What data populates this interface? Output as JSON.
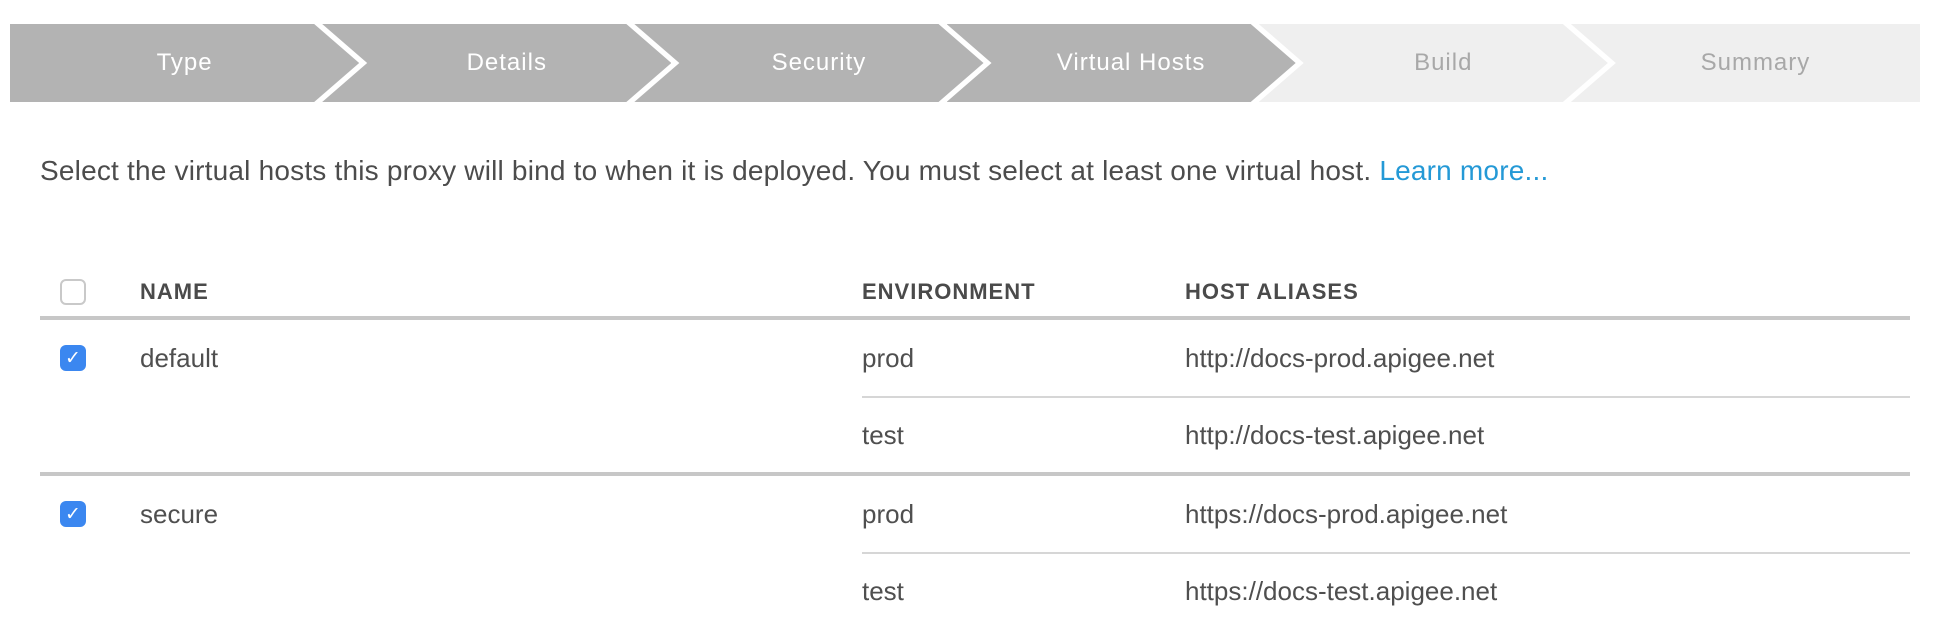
{
  "stepper": {
    "steps": [
      {
        "label": "Type",
        "reached": true
      },
      {
        "label": "Details",
        "reached": true
      },
      {
        "label": "Security",
        "reached": true
      },
      {
        "label": "Virtual Hosts",
        "reached": true
      },
      {
        "label": "Build",
        "reached": false
      },
      {
        "label": "Summary",
        "reached": false
      }
    ]
  },
  "description": {
    "text": "Select the virtual hosts this proxy will bind to when it is deployed. You must select at least one virtual host.",
    "link_label": "Learn more..."
  },
  "table": {
    "columns": {
      "name": "NAME",
      "environment": "ENVIRONMENT",
      "host_aliases": "HOST ALIASES"
    },
    "header_checkbox_checked": false,
    "rows": [
      {
        "name": "default",
        "checked": true,
        "environments": [
          {
            "environment": "prod",
            "host_alias": "http://docs-prod.apigee.net"
          },
          {
            "environment": "test",
            "host_alias": "http://docs-test.apigee.net"
          }
        ]
      },
      {
        "name": "secure",
        "checked": true,
        "environments": [
          {
            "environment": "prod",
            "host_alias": "https://docs-prod.apigee.net"
          },
          {
            "environment": "test",
            "host_alias": "https://docs-test.apigee.net"
          }
        ]
      }
    ]
  },
  "icons": {
    "check_glyph": "✓"
  },
  "colors": {
    "step_reached_bg": "#b3b3b3",
    "step_reached_text": "#ffffff",
    "step_upcoming_bg": "#efefef",
    "step_upcoming_text": "#a8a8a8",
    "link_blue": "#2499d6",
    "checkbox_blue": "#3b87f0",
    "body_text": "#4c4c4c",
    "divider_strong": "#c7c7c7",
    "divider_light": "#d6d6d6"
  }
}
